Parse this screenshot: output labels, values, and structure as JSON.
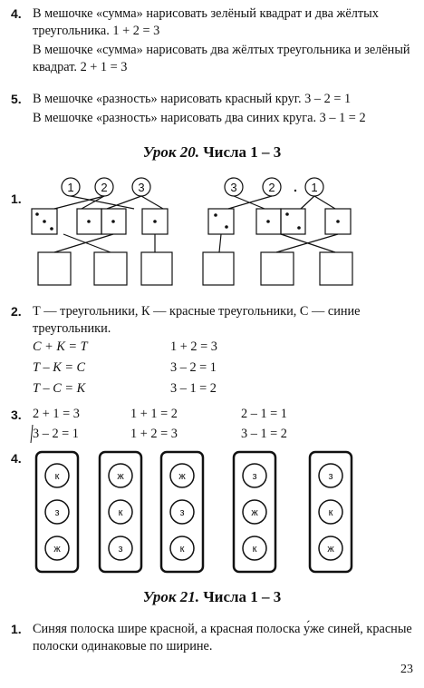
{
  "items_top": [
    {
      "num": "4.",
      "line1": "В мешочке «сумма» нарисовать зелёный квадрат и два жёлтых треугольника. 1 + 2 = 3",
      "line2": "В мешочке «сумма» нарисовать два жёлтых треугольника и зелёный квадрат. 2 + 1 = 3"
    },
    {
      "num": "5.",
      "line1": "В мешочке «разность» нарисовать красный круг. 3 – 2 = 1",
      "line2": "В мешочке «разность» нарисовать два синих круга. 3 – 1 = 2"
    }
  ],
  "lesson20": {
    "italic": "Урок 20.",
    "rest": " Числа 1 – 3"
  },
  "ex1": {
    "num": "1.",
    "left_circles": [
      "1",
      "2",
      "3"
    ],
    "right_circles": [
      "3",
      "2",
      "1"
    ]
  },
  "ex2": {
    "num": "2.",
    "text": "Т — треугольники, К — красные треугольники, С — синие треугольники.",
    "formulas": [
      "С + К = Т",
      "Т – К = С",
      "Т – С = К"
    ],
    "equations": [
      "1 + 2 = 3",
      "3 – 2 = 1",
      "3 – 1 = 2"
    ]
  },
  "ex3": {
    "num": "3.",
    "row1": [
      "2 + 1 = 3",
      "1 + 1 = 2",
      "2 – 1 = 1"
    ],
    "row2": [
      "3 – 2 = 1",
      "1 + 2 = 3",
      "3 – 1 = 2"
    ]
  },
  "ex4": {
    "num": "4.",
    "columns": [
      [
        "к",
        "з",
        "ж"
      ],
      [
        "ж",
        "к",
        "з"
      ],
      [
        "ж",
        "з",
        "к"
      ],
      [
        "з",
        "ж",
        "к"
      ],
      [
        "з",
        "к",
        "ж"
      ]
    ]
  },
  "lesson21": {
    "italic": "Урок 21.",
    "rest": " Числа 1 – 3"
  },
  "lesson21_item1": {
    "num": "1.",
    "text": "Синяя полоска шире красной, а красная полоска у́же синей, красные полоски одинаковые по ширине."
  },
  "page_number": "23"
}
